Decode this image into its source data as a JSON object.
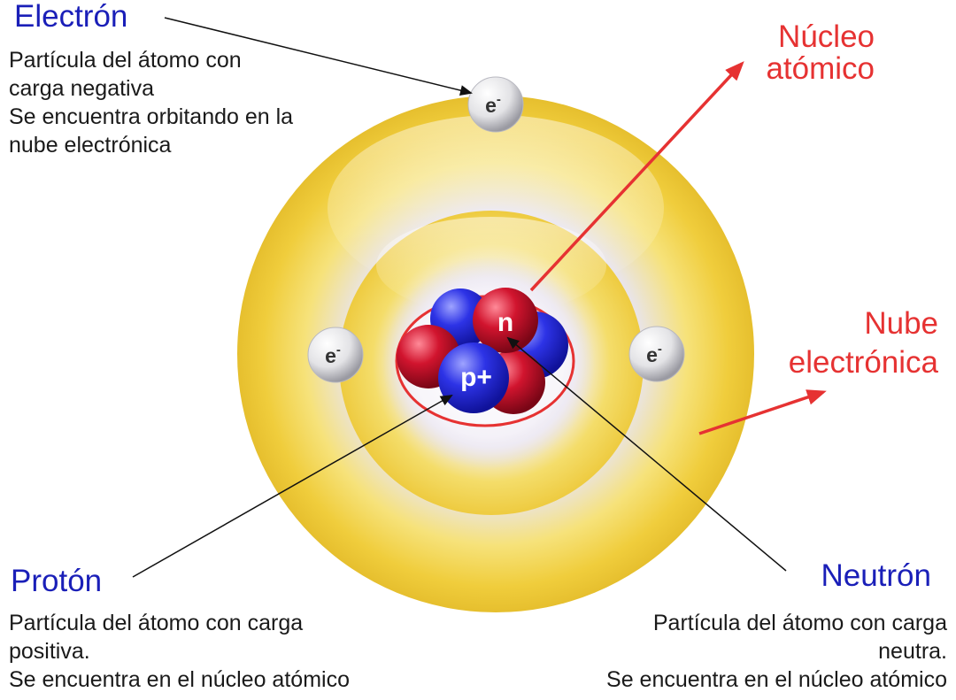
{
  "electron": {
    "title": "Electrón",
    "description": "Partícula del átomo con\ncarga negativa\nSe encuentra orbitando en la\nnube electrónica"
  },
  "proton": {
    "title": "Protón",
    "description": "Partícula del átomo con carga\npositiva.\nSe encuentra en el núcleo atómico"
  },
  "neutron": {
    "title": "Neutrón",
    "description": "Partícula del átomo con carga\nneutra.\nSe encuentra en el núcleo atómico"
  },
  "nucleus_label": "Núcleo\natómico",
  "cloud_label": "Nube\nelectrónica",
  "particle_symbols": {
    "electron": "e",
    "electron_charge": "-",
    "proton": "p+",
    "neutron": "n"
  },
  "colors": {
    "title_blue": "#1a1fb8",
    "label_red": "#e63232",
    "proton": "#2a2ee0",
    "neutron": "#c8102e",
    "cloud": "#f2d34a"
  }
}
